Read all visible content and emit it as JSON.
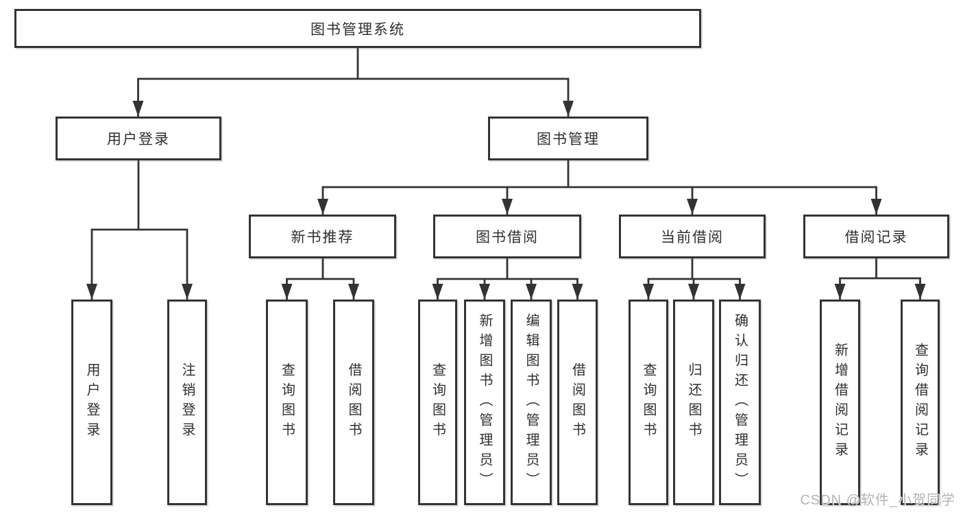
{
  "tree": {
    "root": {
      "label": "图书管理系统"
    },
    "children": [
      {
        "label": "用户登录",
        "children": [
          {
            "label": "用户登录"
          },
          {
            "label": "注销登录"
          }
        ]
      },
      {
        "label": "图书管理",
        "children": [
          {
            "label": "新书推荐",
            "children": [
              {
                "label": "查询图书"
              },
              {
                "label": "借阅图书"
              }
            ]
          },
          {
            "label": "图书借阅",
            "children": [
              {
                "label": "查询图书"
              },
              {
                "label": "新增图书（管理员）"
              },
              {
                "label": "编辑图书（管理员）"
              },
              {
                "label": "借阅图书"
              }
            ]
          },
          {
            "label": "当前借阅",
            "children": [
              {
                "label": "查询图书"
              },
              {
                "label": "归还图书"
              },
              {
                "label": "确认归还（管理员）"
              }
            ]
          },
          {
            "label": "借阅记录",
            "children": [
              {
                "label": "新增借阅记录"
              },
              {
                "label": "查询借阅记录"
              }
            ]
          }
        ]
      }
    ]
  },
  "watermark": {
    "text": "CSDN @软件_小贺同学"
  },
  "colors": {
    "line_and_border": "#333333",
    "text": "#2f2f2f",
    "watermark": "#b3b3b3",
    "background": "#ffffff"
  }
}
